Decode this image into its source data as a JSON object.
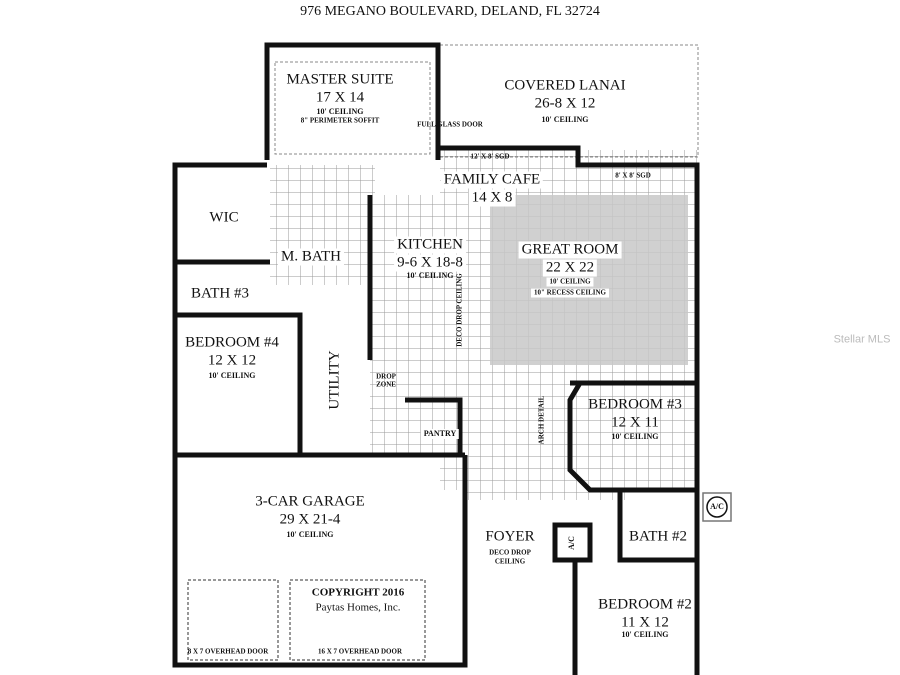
{
  "title": "976 MEGANO BOULEVARD, DELAND, FL 32724",
  "rooms": {
    "master_suite": {
      "name": "MASTER SUITE",
      "size": "17 X 14",
      "note1": "10' CEILING",
      "note2": "8\" PERIMETER SOFFIT"
    },
    "covered_lanai": {
      "name": "COVERED LANAI",
      "size": "26-8 X 12",
      "note1": "10' CEILING"
    },
    "family_cafe": {
      "name": "FAMILY CAFE",
      "size": "14 X 8"
    },
    "wic": {
      "name": "WIC"
    },
    "m_bath": {
      "name": "M. BATH"
    },
    "kitchen": {
      "name": "KITCHEN",
      "size": "9-6 X 18-8",
      "note1": "10' CEILING"
    },
    "great_room": {
      "name": "GREAT ROOM",
      "size": "22 X 22",
      "note1": "10' CEILING",
      "note2": "10\" RECESS CEILING"
    },
    "bath3": {
      "name": "BATH #3"
    },
    "bedroom4": {
      "name": "BEDROOM #4",
      "size": "12 X 12",
      "note1": "10' CEILING"
    },
    "utility": {
      "name": "UTILITY"
    },
    "pantry": {
      "name": "PANTRY"
    },
    "bedroom3": {
      "name": "BEDROOM #3",
      "size": "12 X 11",
      "note1": "10' CEILING"
    },
    "garage": {
      "name": "3-CAR GARAGE",
      "size": "29 X 21-4",
      "note1": "10' CEILING"
    },
    "foyer": {
      "name": "FOYER",
      "note1": "DECO DROP",
      "note2": "CEILING"
    },
    "bath2": {
      "name": "BATH #2"
    },
    "bedroom2": {
      "name": "BEDROOM #2",
      "size": "11 X 12",
      "note1": "10' CEILING"
    }
  },
  "labels": {
    "full_glass_door": "FULL GLASS DOOR",
    "sgd_12x8": "12' X 8' SGD",
    "sgd_8x8": "8' X 8' SGD",
    "deco_drop_ceiling": "DECO DROP CEILING",
    "drop_zone_1": "DROP",
    "drop_zone_2": "ZONE",
    "arch_detail": "ARCH DETAIL",
    "ac_closet": "A/C",
    "ac_unit": "A/C",
    "garage_door_small": "8 X 7 OVERHEAD DOOR",
    "garage_door_large": "16 X 7 OVERHEAD DOOR",
    "copyright1": "COPYRIGHT 2016",
    "copyright2": "Paytas Homes, Inc."
  },
  "watermark": "Stellar MLS",
  "colors": {
    "wall": "#111111",
    "great_room_fill": "#c8c8c8",
    "tile_grid": "#9a9a9a"
  }
}
